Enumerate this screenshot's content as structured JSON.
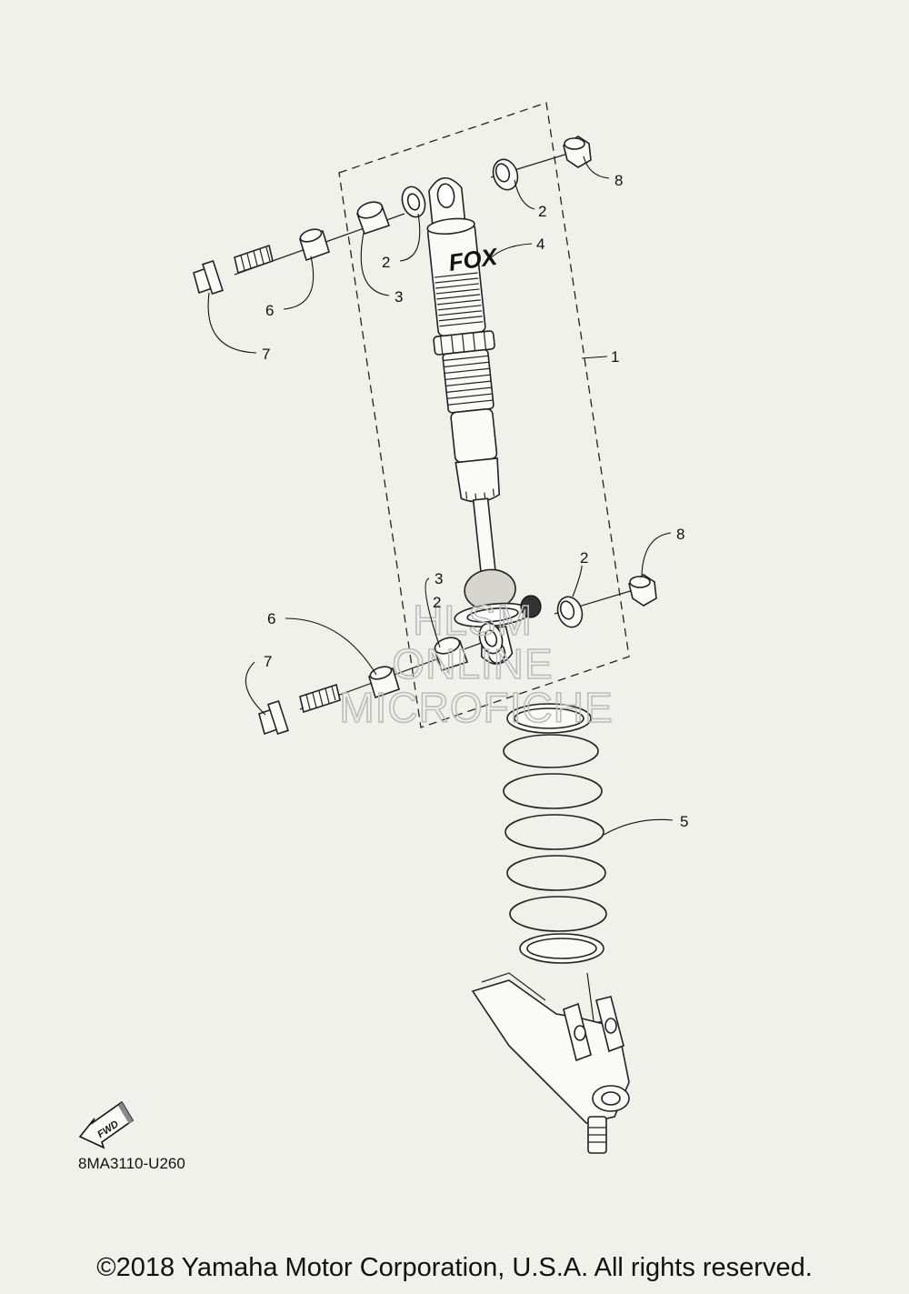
{
  "callouts": [
    "1",
    "2",
    "2",
    "2",
    "2",
    "3",
    "3",
    "4",
    "5",
    "6",
    "6",
    "7",
    "7",
    "8",
    "8"
  ],
  "watermark": {
    "line1": "HLSM",
    "line2": "ONLINE",
    "line3": "MICROFICHE"
  },
  "shock_brand": "FOX",
  "fwd_label": "FWD",
  "diagram_code": "8MA3110-U260",
  "copyright": "©2018 Yamaha Motor Corporation, U.S.A. All rights reserved."
}
